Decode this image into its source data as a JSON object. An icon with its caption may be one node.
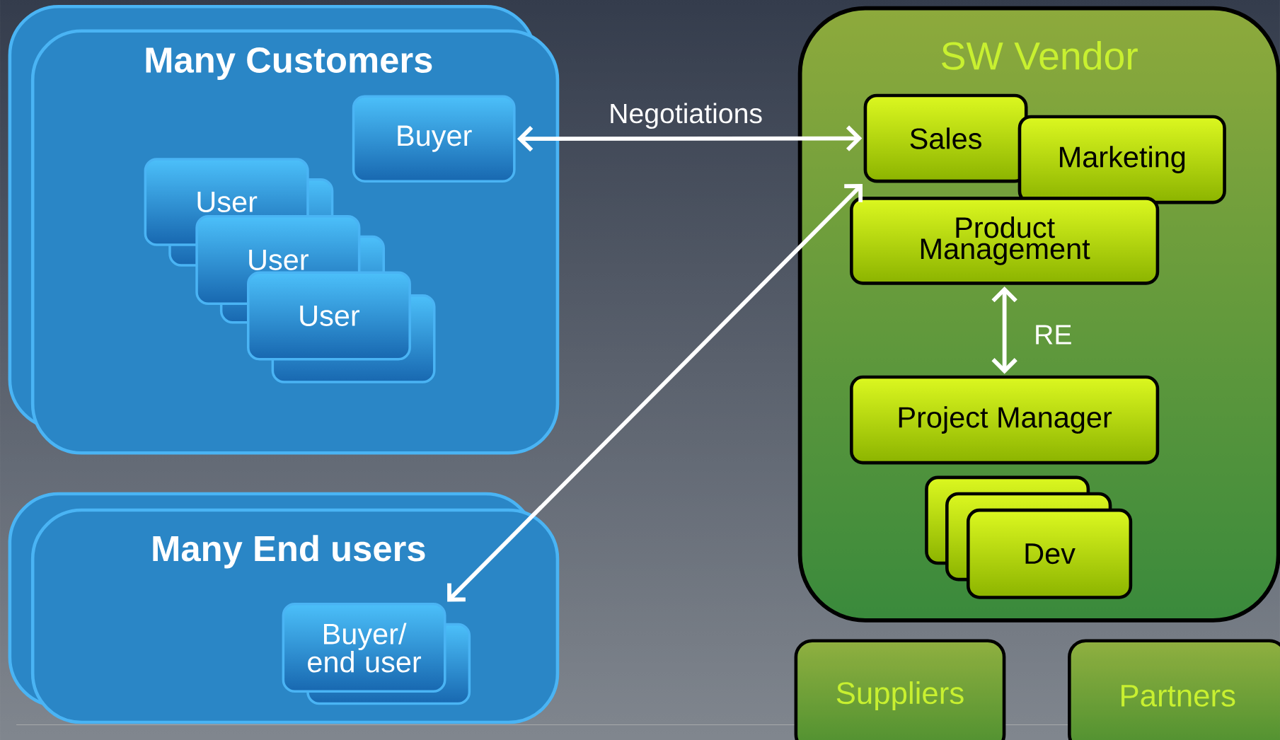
{
  "diagram": {
    "nodes": [
      {
        "text": [
          "Many Customers"
        ]
      },
      {
        "text": [
          "Buyer"
        ],
        "in": 0
      },
      {
        "text": [
          "User"
        ],
        "in": 0
      },
      {
        "text": [
          "User"
        ],
        "in": 0
      },
      {
        "text": [
          "User"
        ],
        "in": 0
      },
      {
        "text": [
          "Many End users"
        ]
      },
      {
        "text": [
          "Buyer/ end user"
        ],
        "in": 5
      },
      {
        "text": [
          "SW Vendor"
        ]
      },
      {
        "text": [
          "Sales"
        ],
        "in": 7
      },
      {
        "text": [
          "Marketing"
        ],
        "in": 7
      },
      {
        "text": [
          "Product Management"
        ],
        "in": 7
      },
      {
        "text": [
          "Project Manager"
        ],
        "in": 7
      },
      {
        "text": [
          "Dev"
        ],
        "in": 7
      },
      {
        "text": [
          "Suppliers"
        ]
      },
      {
        "text": [
          "Partners"
        ]
      }
    ],
    "edges": [
      {
        "from": 1,
        "to": 8,
        "arrow": "both",
        "label": "Negotiations"
      },
      {
        "from": 8,
        "to": 6,
        "arrow": "both"
      },
      {
        "from": 10,
        "to": 11,
        "arrow": "both",
        "label": "RE"
      }
    ]
  }
}
